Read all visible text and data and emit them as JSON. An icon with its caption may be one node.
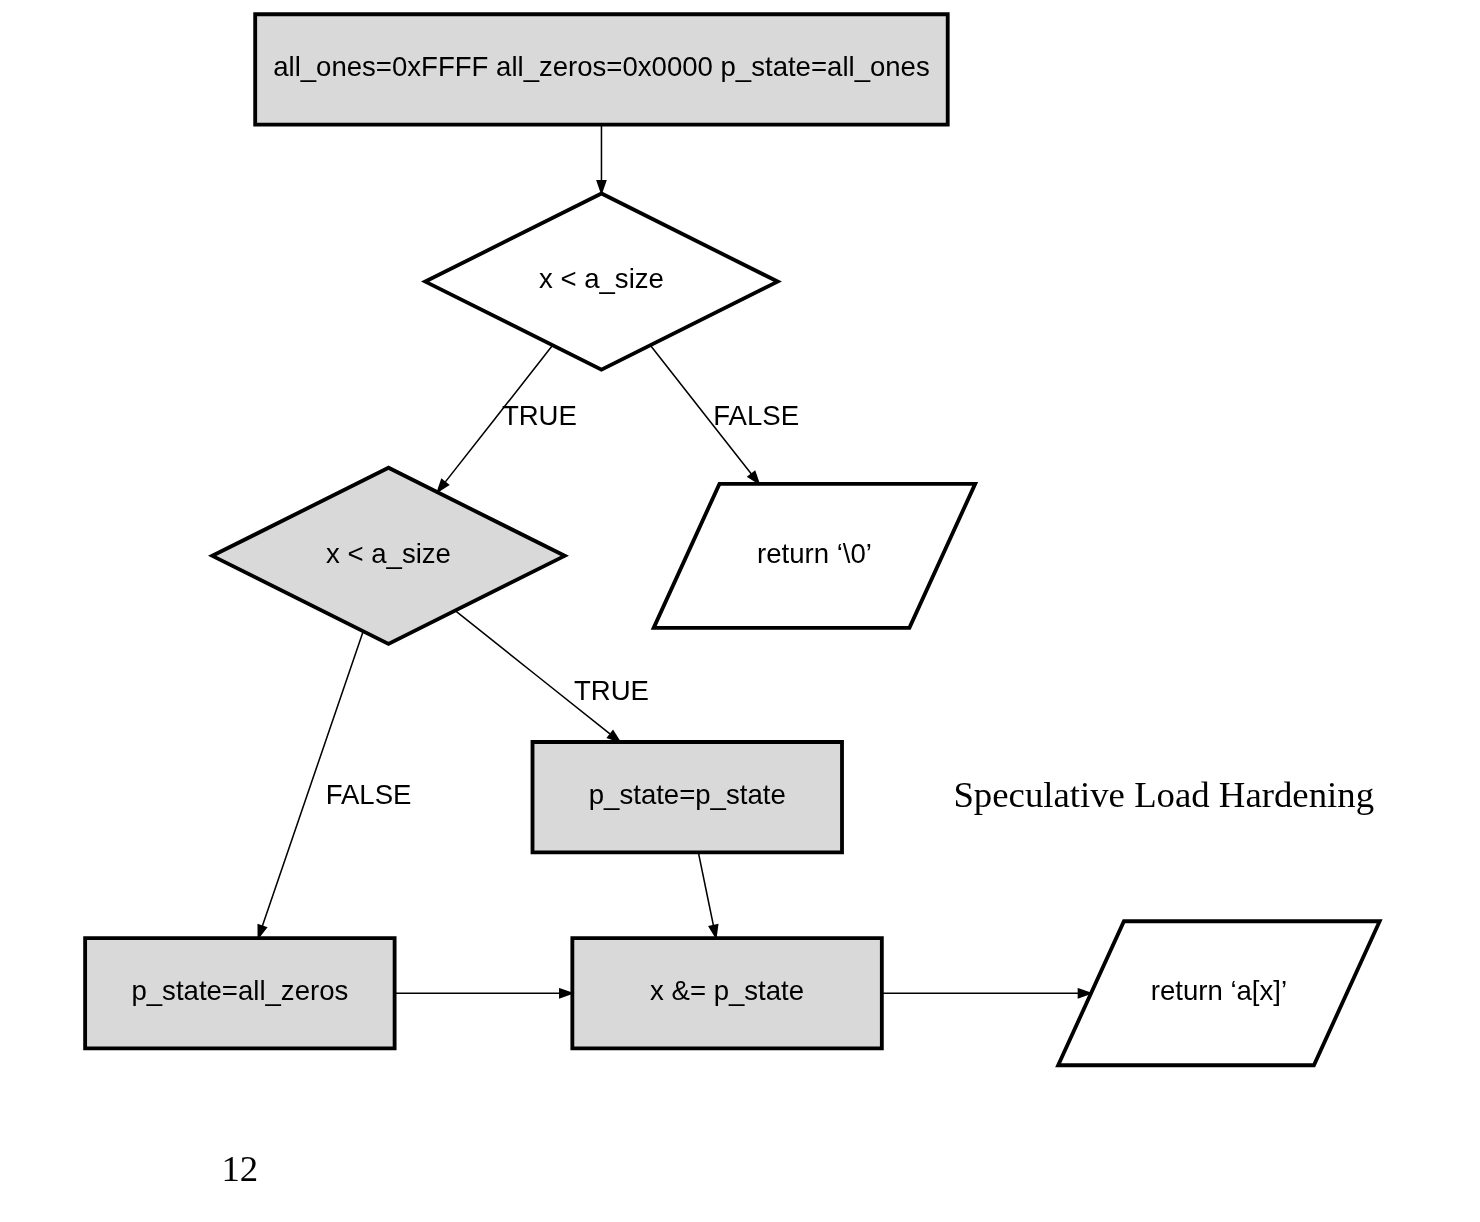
{
  "diagram": {
    "nodes": [
      {
        "text": [
          "all_ones=0xFFFF all_zeros=0x0000 p_state=all_ones"
        ]
      },
      {
        "text": [
          "x < a_size"
        ]
      },
      {
        "text": [
          "x < a_size"
        ]
      },
      {
        "text": [
          "return ‘\\0’"
        ]
      },
      {
        "text": [
          "p_state=p_state"
        ]
      },
      {
        "text": [
          "p_state=all_zeros"
        ]
      },
      {
        "text": [
          "x &= p_state"
        ]
      },
      {
        "text": [
          "return ‘a[x]’"
        ]
      }
    ],
    "edges": [
      {
        "from": 0,
        "to": 1,
        "arrow": "to"
      },
      {
        "from": 1,
        "to": 3,
        "arrow": "to",
        "label": "FALSE"
      },
      {
        "from": 1,
        "to": 2,
        "arrow": "to",
        "label": "TRUE"
      },
      {
        "from": 2,
        "to": 5,
        "arrow": "to",
        "label": "FALSE"
      },
      {
        "from": 2,
        "to": 4,
        "arrow": "to",
        "label": "TRUE"
      },
      {
        "from": 4,
        "to": 6,
        "arrow": "to"
      },
      {
        "from": 5,
        "to": 6,
        "arrow": "to"
      },
      {
        "from": 6,
        "to": 7,
        "arrow": "to"
      }
    ],
    "labels": [
      "Speculative Load Hardening",
      "12"
    ]
  }
}
